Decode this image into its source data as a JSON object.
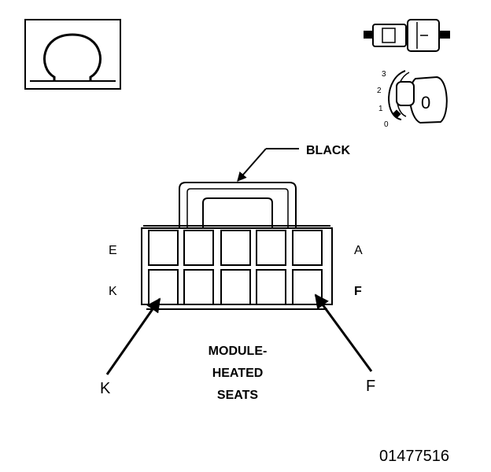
{
  "symbols": {
    "ohm_meter": "ohm-symbol",
    "connector_disconnect": "connector-disconnect-icon",
    "ignition": "ignition-key-icon"
  },
  "ignition": {
    "positions": [
      "3",
      "2",
      "1",
      "0"
    ],
    "key_position": "0"
  },
  "connector": {
    "color_label": "BLACK",
    "row_top_left": "E",
    "row_top_right": "A",
    "row_bottom_left": "K",
    "row_bottom_right": "F",
    "title_line1": "MODULE-",
    "title_line2": "HEATED",
    "title_line3": "SEATS"
  },
  "probes": {
    "left": "K",
    "right": "F"
  },
  "figure_id": "01477516"
}
